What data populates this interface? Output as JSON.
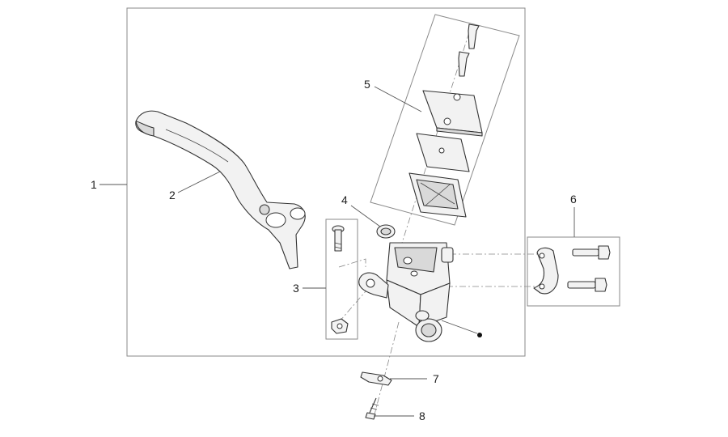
{
  "callouts": [
    {
      "id": "1",
      "label": "1"
    },
    {
      "id": "2",
      "label": "2"
    },
    {
      "id": "3",
      "label": "3"
    },
    {
      "id": "4",
      "label": "4"
    },
    {
      "id": "5",
      "label": "5"
    },
    {
      "id": "6",
      "label": "6"
    },
    {
      "id": "7",
      "label": "7"
    },
    {
      "id": "8",
      "label": "8"
    }
  ],
  "colors": {
    "line": "#333333",
    "frame": "#8a8a8a",
    "fill": "#f2f2f2",
    "background": "#ffffff"
  }
}
